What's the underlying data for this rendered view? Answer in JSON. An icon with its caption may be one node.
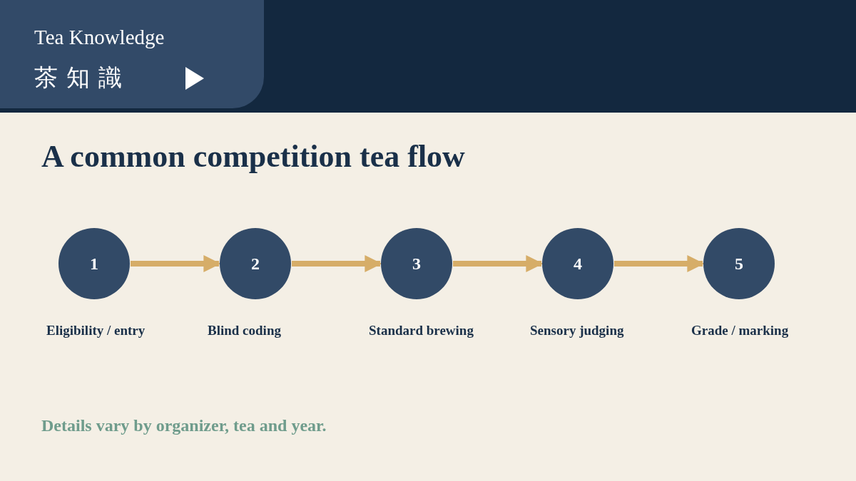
{
  "diagram": {
    "title": "A common competition tea flow",
    "caption": "Details vary by organizer, tea and year.",
    "nodes": [
      {
        "text": [
          "1"
        ],
        "beside": [
          "Eligibility / entry"
        ]
      },
      {
        "text": [
          "2"
        ],
        "beside": [
          "Blind coding"
        ]
      },
      {
        "text": [
          "3"
        ],
        "beside": [
          "Standard brewing"
        ]
      },
      {
        "text": [
          "4"
        ],
        "beside": [
          "Sensory judging"
        ]
      },
      {
        "text": [
          "5"
        ],
        "beside": [
          "Grade / marking"
        ]
      }
    ],
    "edges": [
      {
        "from": 0,
        "to": 1,
        "arrow": "to"
      },
      {
        "from": 1,
        "to": 2,
        "arrow": "to"
      },
      {
        "from": 2,
        "to": 3,
        "arrow": "to"
      },
      {
        "from": 3,
        "to": 4,
        "arrow": "to"
      }
    ],
    "labels": [
      "Tea Knowledge",
      "茶知識"
    ]
  }
}
